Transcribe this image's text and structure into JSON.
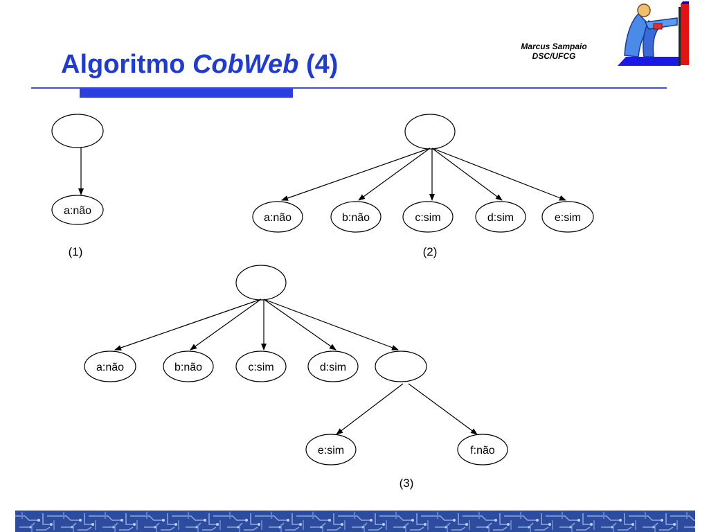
{
  "slide": {
    "title_main": "Algoritmo ",
    "title_italic": "CobWeb",
    "title_suffix": " (4)",
    "author_line1": "Marcus Sampaio",
    "author_line2": "DSC/UFCG"
  },
  "diagram": {
    "tree1": {
      "caption": "(1)",
      "leaves": [
        "a:não"
      ]
    },
    "tree2": {
      "caption": "(2)",
      "leaves": [
        "a:não",
        "b:não",
        "c:sim",
        "d:sim",
        "e:sim"
      ]
    },
    "tree3": {
      "caption": "(3)",
      "leaves": [
        "a:não",
        "b:não",
        "c:sim",
        "d:sim"
      ],
      "subtree_leaves": [
        "e:sim",
        "f:não"
      ]
    }
  },
  "colors": {
    "title": "#1f3bd6",
    "rule": "#3a4fd8",
    "footer": "#2b4fa8"
  }
}
